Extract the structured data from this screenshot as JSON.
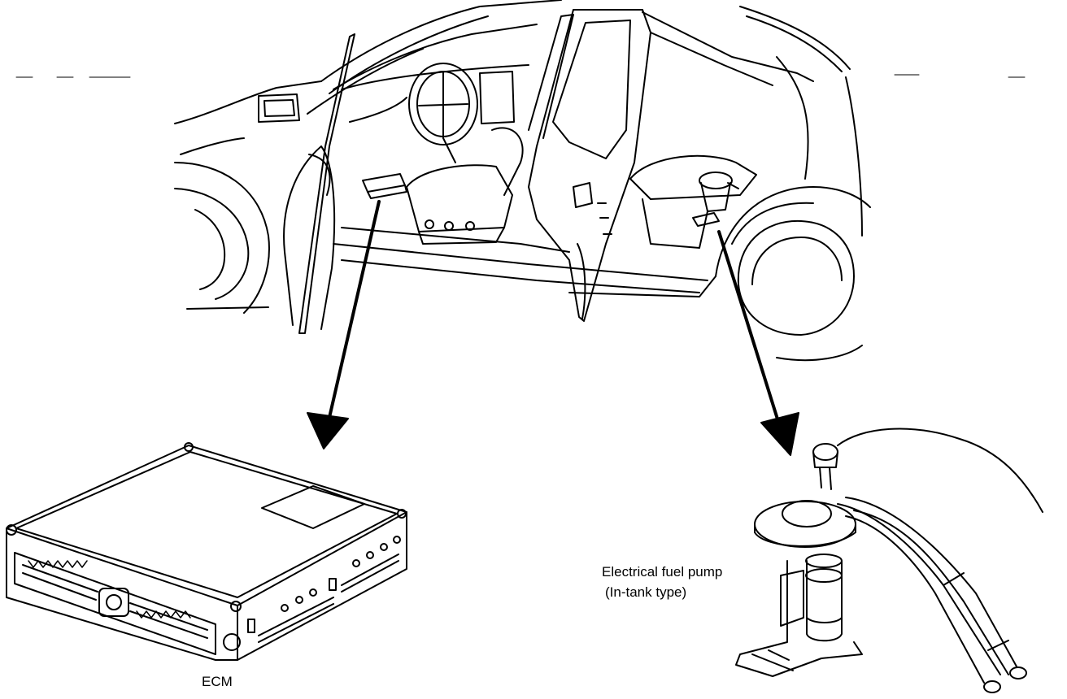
{
  "labels": {
    "ecm": "ECM",
    "fuel_pump_line1": "Electrical fuel pump",
    "fuel_pump_line2": "(In-tank type)"
  },
  "colors": {
    "line": "#000000",
    "background": "#ffffff"
  }
}
